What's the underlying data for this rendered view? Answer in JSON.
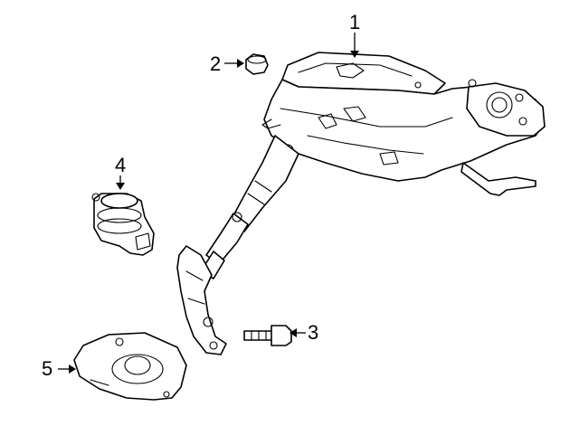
{
  "diagram": {
    "callouts": [
      {
        "id": "1",
        "label": "1"
      },
      {
        "id": "2",
        "label": "2"
      },
      {
        "id": "3",
        "label": "3"
      },
      {
        "id": "4",
        "label": "4"
      },
      {
        "id": "5",
        "label": "5"
      }
    ]
  },
  "colors": {
    "background": "#ffffff",
    "line": "#000000"
  }
}
